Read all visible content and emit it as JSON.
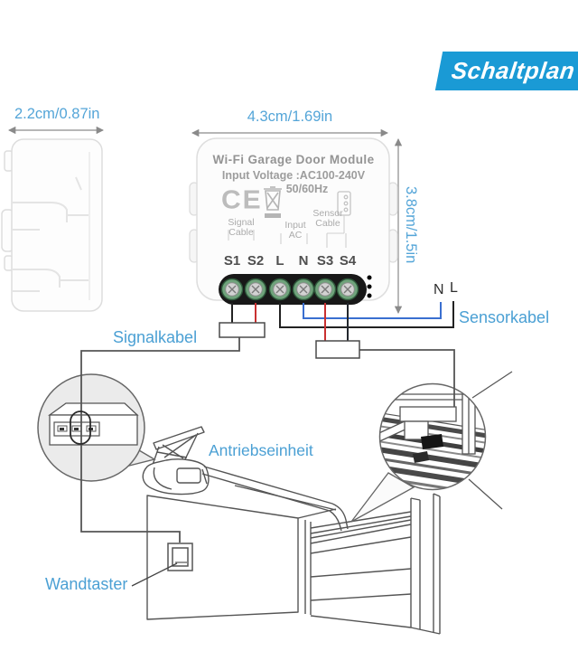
{
  "banner": {
    "label": "Schaltplan"
  },
  "dimensions": {
    "side_width": "2.2cm/0.87in",
    "module_width": "4.3cm/1.69in",
    "module_height": "3.8cm/1.5in"
  },
  "module": {
    "title": "Wi-Fi Garage Door Module",
    "voltage": "Input Voltage :AC100-240V",
    "frequency": "50/60Hz",
    "ce_mark": "CE",
    "groups": {
      "signal": [
        "Signal",
        "Cable"
      ],
      "input": [
        "Input",
        "AC"
      ],
      "sensor": [
        "Sensor",
        "Cable"
      ]
    },
    "terminals": [
      "S1",
      "S2",
      "L",
      "N",
      "S3",
      "S4"
    ]
  },
  "wiring": {
    "neutral_label": "N",
    "live_label": "L",
    "signal_cable_label": "Signalkabel",
    "sensor_cable_label": "Sensorkabel"
  },
  "scene": {
    "drive_unit_label": "Antriebseinheit",
    "wall_button_label": "Wandtaster"
  },
  "colors": {
    "banner_blue": "#1a9ad5",
    "label_blue": "#4ba0d4",
    "wire_black": "#222222",
    "wire_red": "#c93030",
    "wire_blue": "#3a6fd0",
    "terminal_green": "#6fa37b"
  }
}
